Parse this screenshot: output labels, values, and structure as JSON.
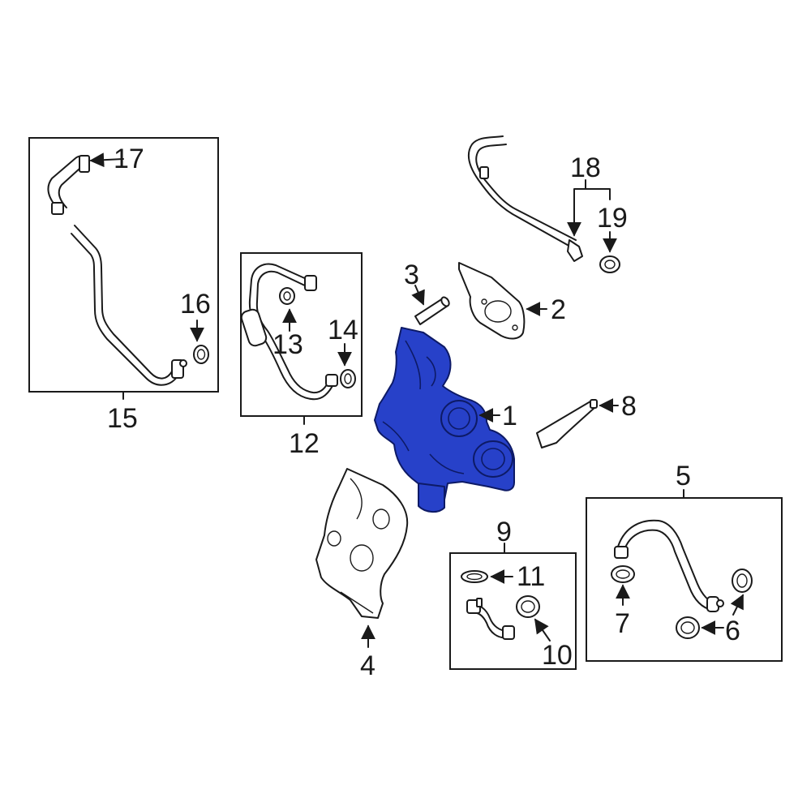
{
  "highlight_color": "#2741c9",
  "callouts": {
    "c1": "1",
    "c2": "2",
    "c3": "3",
    "c4": "4",
    "c5": "5",
    "c6": "6",
    "c7": "7",
    "c8": "8",
    "c9": "9",
    "c10": "10",
    "c11": "11",
    "c12": "12",
    "c13": "13",
    "c14": "14",
    "c15": "15",
    "c16": "16",
    "c17": "17",
    "c18": "18",
    "c19": "19"
  },
  "highlighted_part": "1"
}
